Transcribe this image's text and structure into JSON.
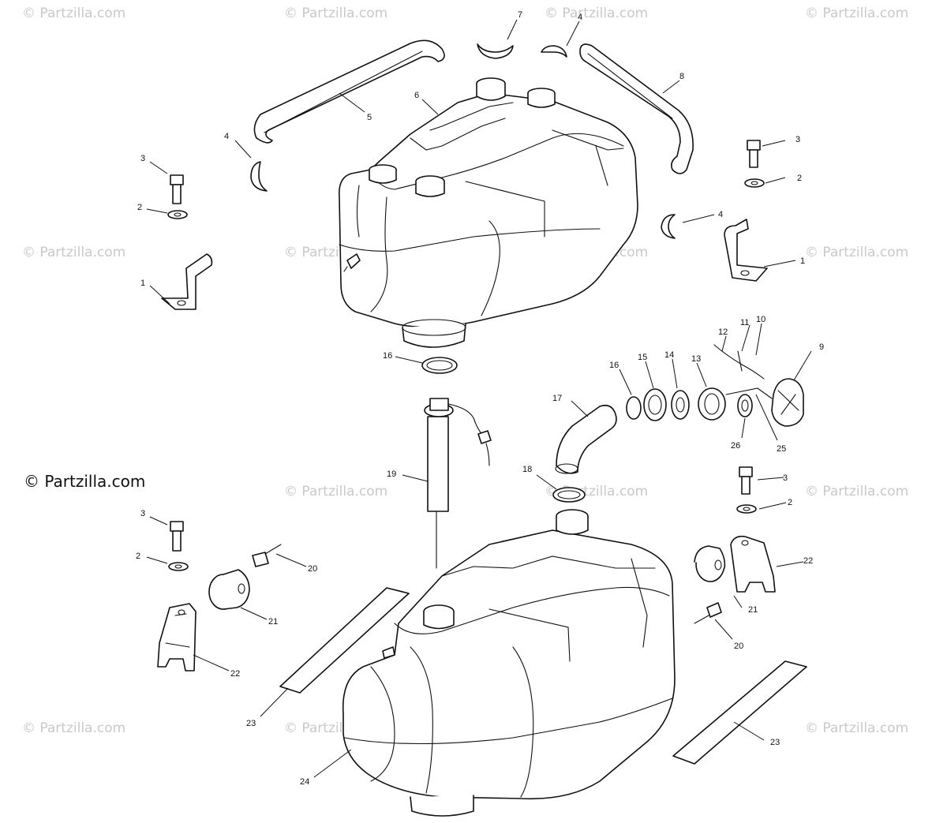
{
  "copyright": "© Partzilla.com",
  "watermark": "© Partzilla.com",
  "callouts": {
    "c1a": "1",
    "c1b": "1",
    "c2a": "2",
    "c2b": "2",
    "c2c": "2",
    "c2d": "2",
    "c3a": "3",
    "c3b": "3",
    "c3c": "3",
    "c3d": "3",
    "c4a": "4",
    "c4b": "4",
    "c4c": "4",
    "c5": "5",
    "c6": "6",
    "c7": "7",
    "c8": "8",
    "c9": "9",
    "c10": "10",
    "c11": "11",
    "c12": "12",
    "c13": "13",
    "c14": "14",
    "c15": "15",
    "c16a": "16",
    "c16b": "16",
    "c17": "17",
    "c18": "18",
    "c19": "19",
    "c20a": "20",
    "c20b": "20",
    "c21a": "21",
    "c21b": "21",
    "c22a": "22",
    "c22b": "22",
    "c23a": "23",
    "c23b": "23",
    "c24": "24",
    "c25": "25",
    "c26": "26"
  },
  "colors": {
    "line": "#111111",
    "watermark": "#c9c9c9",
    "background": "#ffffff"
  }
}
